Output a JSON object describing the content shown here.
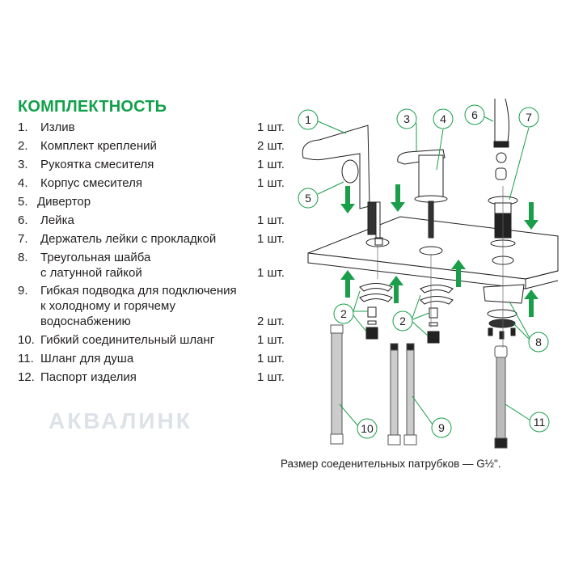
{
  "title": "КОМПЛЕКТНОСТЬ",
  "items": [
    {
      "num": "1.",
      "label": "Излив",
      "qty": "1 шт."
    },
    {
      "num": "2.",
      "label": "Комплект креплений",
      "qty": "2 шт."
    },
    {
      "num": "3.",
      "label": "Рукоятка смесителя",
      "qty": "1 шт."
    },
    {
      "num": "4.",
      "label": "Корпус смесителя",
      "qty": "1 шт."
    },
    {
      "num": "5.",
      "label": "Дивертор",
      "qty": ""
    },
    {
      "num": "6.",
      "label": "Лейка",
      "qty": "1 шт."
    },
    {
      "num": "7.",
      "label": "Держатель лейки с прокладкой",
      "qty": "1 шт."
    },
    {
      "num": "8.",
      "label": "Треугольная шайба",
      "cont": [
        "с латунной гайкой"
      ],
      "qty": "1 шт."
    },
    {
      "num": "9.",
      "label": "Гибкая подводка для подключения",
      "cont": [
        "к холодному и горячему",
        "водоснабжению"
      ],
      "qty": "2 шт."
    },
    {
      "num": "10.",
      "label": "Гибкий соединительный шланг",
      "qty": "1 шт."
    },
    {
      "num": "11.",
      "label": "Шланг для душа",
      "qty": "1 шт."
    },
    {
      "num": "12.",
      "label": "Паспорт изделия",
      "qty": "1 шт."
    }
  ],
  "callouts": [
    "1",
    "3",
    "4",
    "6",
    "7",
    "5",
    "2",
    "2",
    "8",
    "10",
    "9",
    "11"
  ],
  "caption": "Размер соеденительных патрубков — G½\".",
  "watermark": "АКВАЛИНК",
  "colors": {
    "accent": "#12a14b",
    "arrow": "#1a9e4a"
  }
}
